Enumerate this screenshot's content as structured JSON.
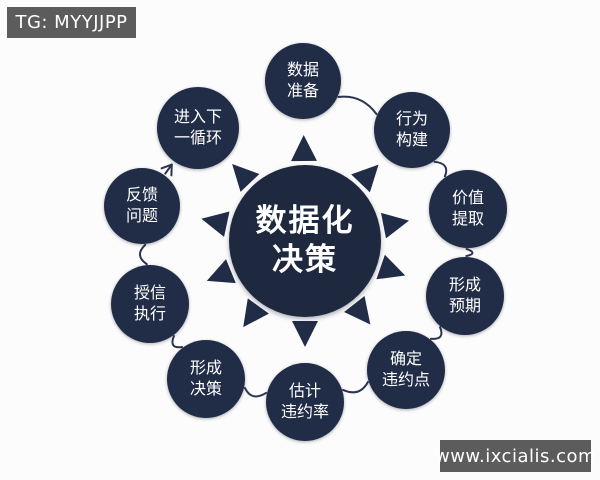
{
  "watermarks": {
    "telegram_badge": "TG: MYYJJPP",
    "website_badge": "www.ixcialis.com"
  },
  "diagram": {
    "center": {
      "label": "数据化\n决策"
    },
    "nodes": [
      {
        "label": "数据\n准备"
      },
      {
        "label": "行为\n构建"
      },
      {
        "label": "价值\n提取"
      },
      {
        "label": "形成\n预期"
      },
      {
        "label": "确定\n违约点"
      },
      {
        "label": "估计\n违约率"
      },
      {
        "label": "形成\n决策"
      },
      {
        "label": "授信\n执行"
      },
      {
        "label": "反馈\n问题"
      },
      {
        "label": "进入下\n一循环"
      }
    ],
    "colors": {
      "node_fill": "#212c47",
      "center_fill": "#1e2940",
      "connector": "#2a3552",
      "badge_background": "#5c5c5c",
      "text": "#ffffff",
      "background": "#fcfcfc"
    }
  }
}
